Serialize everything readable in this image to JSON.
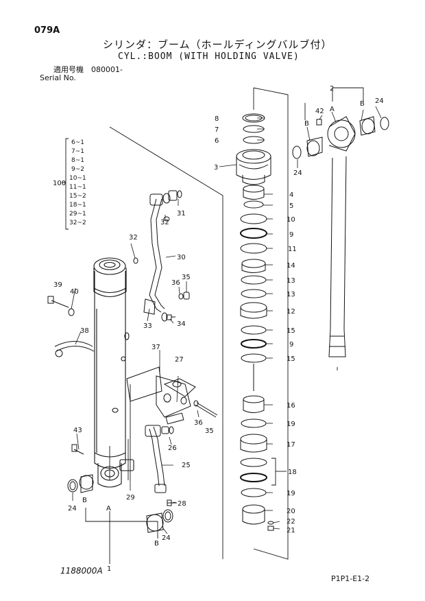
{
  "header": {
    "page_code": "079A",
    "title_jp": "シリンダ：ブーム（ホールディングバルブ付）",
    "title_en": "CYL.:BOOM (WITH HOLDING VALVE)",
    "serial_label_jp": "適用号機　080001-",
    "serial_label_en": "Serial No."
  },
  "footer": {
    "illustration_code": "1188000A",
    "page_ref": "P1P1-E1-2"
  },
  "callouts": {
    "c1": "1",
    "c2": "2",
    "c3": "3",
    "c4": "4",
    "c5": "5",
    "c6": "6",
    "c7": "7",
    "c8": "8",
    "c9a": "9",
    "c9b": "9",
    "c10": "10",
    "c11": "11",
    "c12": "12",
    "c13a": "13",
    "c13b": "13",
    "c14": "14",
    "c15a": "15",
    "c15b": "15",
    "c16": "16",
    "c17": "17",
    "c18": "18",
    "c19a": "19",
    "c19b": "19",
    "c20": "20",
    "c21": "21",
    "c22": "22",
    "c24a": "24",
    "c24b": "24",
    "c24c": "24",
    "c24d": "24",
    "c25": "25",
    "c26": "26",
    "c27": "27",
    "c28": "28",
    "c29": "29",
    "c30": "30",
    "c31": "31",
    "c32a": "32",
    "c32b": "32",
    "c33": "33",
    "c34": "34",
    "c35a": "35",
    "c35b": "35",
    "c36a": "36",
    "c36b": "36",
    "c37": "37",
    "c38": "38",
    "c39": "39",
    "c40": "40",
    "c42": "42",
    "c43": "43",
    "c100": "100",
    "A1": "A",
    "A2": "A",
    "B1": "B",
    "B2": "B",
    "B3": "B",
    "B4": "B"
  },
  "seal_kit": {
    "label": "100",
    "items": [
      "6~1",
      "7~1",
      "8~1",
      "9~2",
      "10~1",
      "11~1",
      "15~2",
      "18~1",
      "29~1",
      "32~2"
    ]
  }
}
